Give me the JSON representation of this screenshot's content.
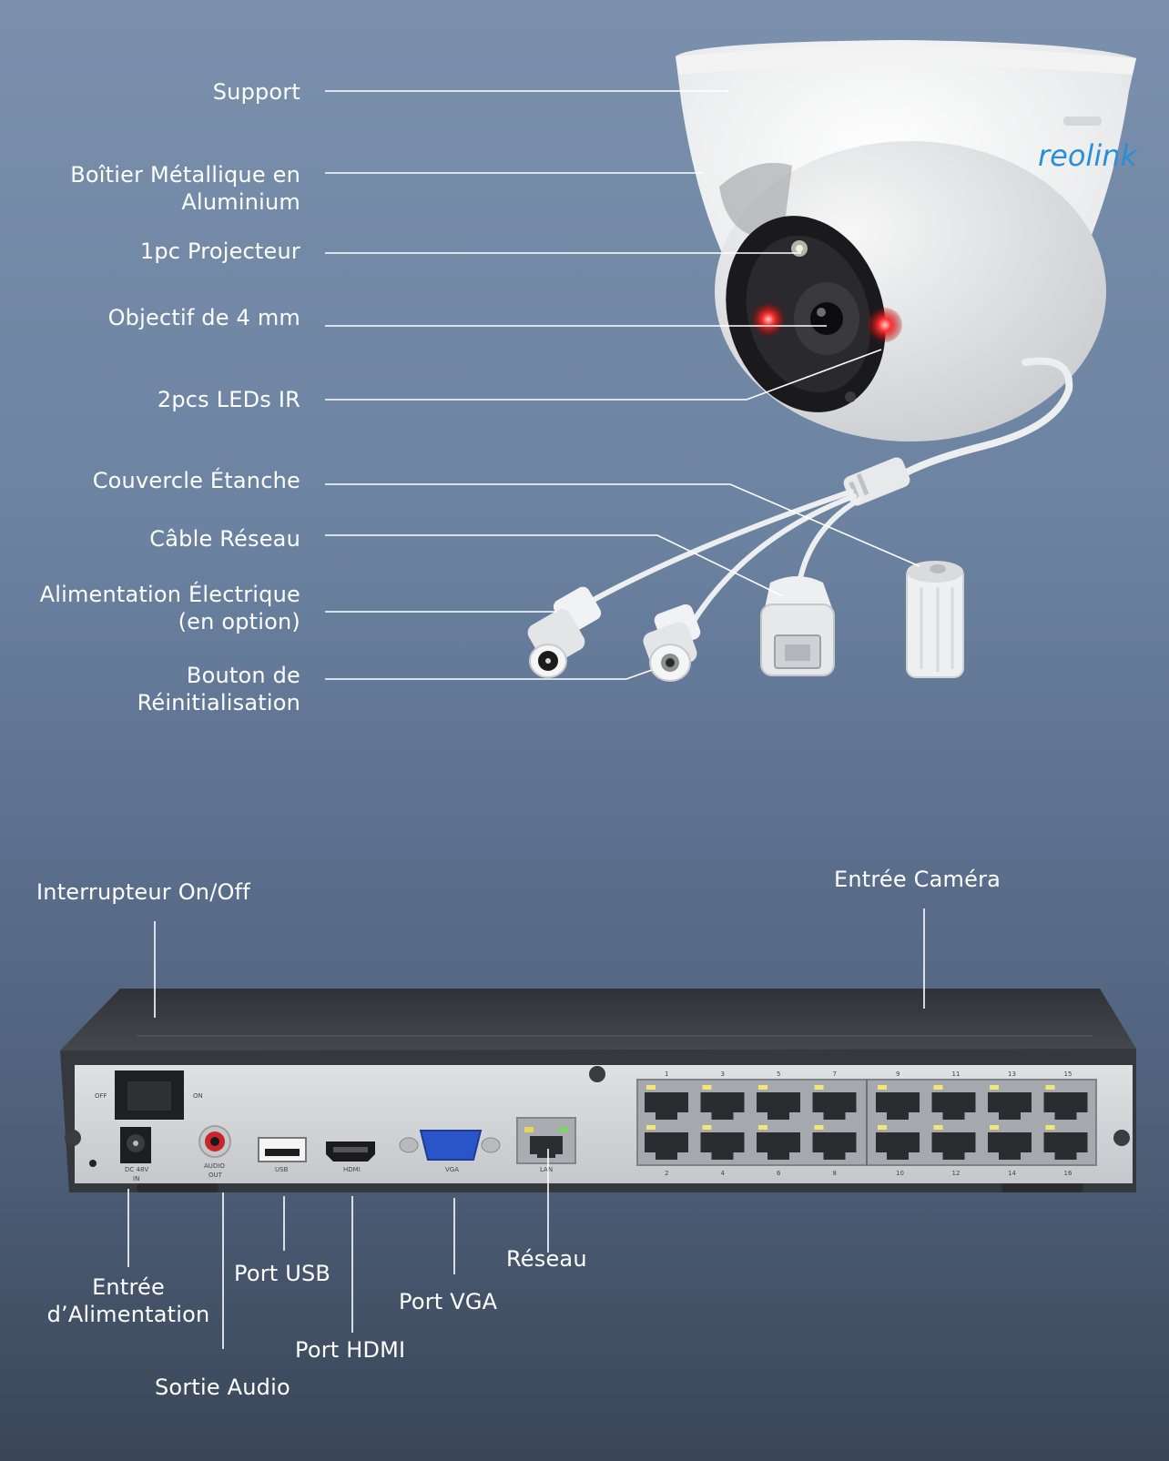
{
  "camera": {
    "brand_logo": "reolink",
    "labels": [
      {
        "id": "support",
        "text": "Support"
      },
      {
        "id": "housing",
        "lines": [
          "Boîtier Métallique en",
          "Aluminium"
        ]
      },
      {
        "id": "spotlight",
        "text": "1pc Projecteur"
      },
      {
        "id": "lens",
        "text": "Objectif de 4 mm"
      },
      {
        "id": "ir-leds",
        "text": "2pcs LEDs IR"
      },
      {
        "id": "waterproof-cover",
        "text": "Couvercle Étanche"
      },
      {
        "id": "network-cable",
        "text": "Câble Réseau"
      },
      {
        "id": "power-supply",
        "lines": [
          "Alimentation Électrique",
          "(en option)"
        ]
      },
      {
        "id": "reset-button",
        "lines": [
          "Bouton de",
          "Réinitialisation"
        ]
      }
    ]
  },
  "nvr": {
    "labels": {
      "power_switch": "Interrupteur On/Off",
      "camera_input": "Entrée Caméra",
      "power_input": [
        "Entrée",
        "d’Alimentation"
      ],
      "audio_out": "Sortie Audio",
      "usb_port": "Port USB",
      "hdmi_port": "Port HDMI",
      "vga_port": "Port VGA",
      "network": "Réseau"
    },
    "panel_text": {
      "off": "OFF",
      "on": "ON",
      "dc": "DC 48V",
      "dc_in": "IN",
      "audio": "AUDIO",
      "audio_out": "OUT",
      "usb": "USB",
      "hdmi": "HDMI",
      "vga": "VGA",
      "lan": "LAN"
    },
    "port_numbers_top": [
      "1",
      "3",
      "5",
      "7",
      "9",
      "11",
      "13",
      "15"
    ],
    "port_numbers_bottom": [
      "2",
      "4",
      "6",
      "8",
      "10",
      "12",
      "14",
      "16"
    ]
  },
  "colors": {
    "ir_led": "#ff2a2a",
    "logo": "#2a8fd6",
    "vga": "#2a55c8",
    "nvr_body": "#3c3f44",
    "nvr_panel": "#d4d6d9"
  }
}
